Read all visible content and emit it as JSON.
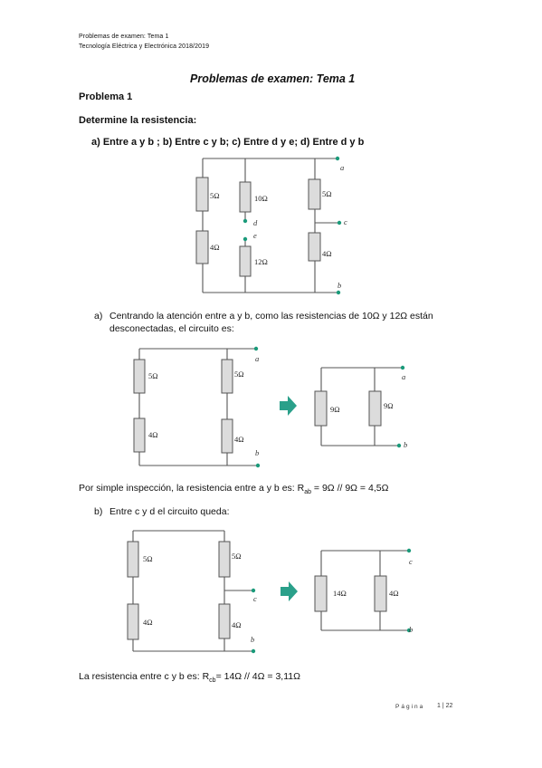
{
  "header": {
    "line1": "Problemas de examen: Tema 1",
    "line2": "Tecnología Eléctrica y Electrónica 2018/2019"
  },
  "title": "Problemas de examen: Tema 1",
  "problem": "Problema 1",
  "instruction": "Determine la resistencia:",
  "question": "a)   Entre a y b ;  b) Entre c y b;  c) Entre d y e; d) Entre d y b",
  "section_a": {
    "marker": "a)",
    "line1": "Centrando la atención entre a y b, como las resistencias de 10Ω y 12Ω están",
    "line2": "desconectadas, el circuito es:",
    "result_prefix": "Por simple inspección, la resistencia entre a y b es: R",
    "result_sub": "ab",
    "result_suffix": " = 9Ω // 9Ω = 4,5Ω"
  },
  "section_b": {
    "marker": "b)",
    "line1": "Entre c y d el circuito queda:",
    "result_prefix": "La resistencia entre c y b es: R",
    "result_sub": "cb",
    "result_suffix": "= 14Ω // 4Ω = 3,11Ω"
  },
  "circuit_main": {
    "resistors": [
      "5Ω",
      "4Ω",
      "10Ω",
      "12Ω",
      "5Ω",
      "4Ω"
    ],
    "nodes": [
      "a",
      "d",
      "e",
      "c",
      "b"
    ]
  },
  "circuit_a": {
    "resistors": [
      "5Ω",
      "4Ω",
      "5Ω",
      "4Ω"
    ],
    "nodes": [
      "a",
      "b"
    ],
    "equivalent": [
      "9Ω",
      "9Ω"
    ],
    "equivalent_nodes": [
      "a",
      "b"
    ]
  },
  "circuit_b": {
    "resistors": [
      "5Ω",
      "4Ω",
      "5Ω",
      "4Ω"
    ],
    "nodes": [
      "c",
      "b"
    ],
    "equivalent": [
      "14Ω",
      "4Ω"
    ],
    "equivalent_nodes": [
      "c",
      "b"
    ]
  },
  "footer": {
    "page_word": "Página",
    "page_number": "1 | 22"
  },
  "colors": {
    "node_dot": "#1a9a7a",
    "arrow": "#2aa08a",
    "resistor_fill": "#dcdcdc"
  }
}
